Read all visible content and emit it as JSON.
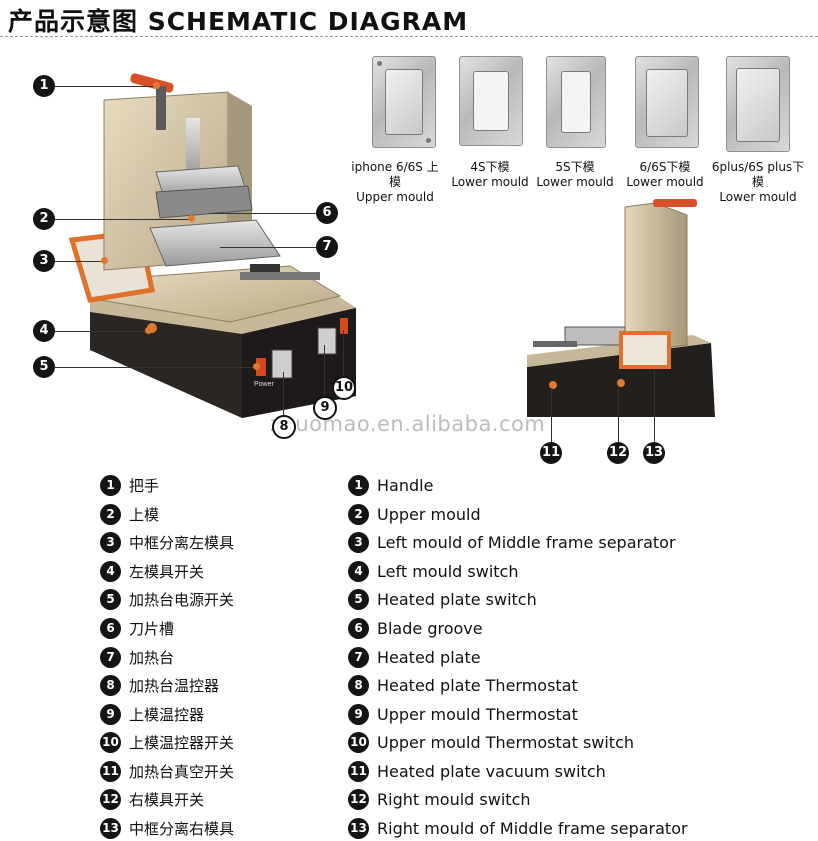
{
  "header": {
    "title": "产品示意图 SCHEMATIC DIAGRAM"
  },
  "moulds": [
    {
      "line1": "iphone 6/6S 上模",
      "line2": "Upper mould"
    },
    {
      "line1": "4S下模",
      "line2": "Lower mould"
    },
    {
      "line1": "5S下模",
      "line2": "Lower mould"
    },
    {
      "line1": "6/6S下模",
      "line2": "Lower mould"
    },
    {
      "line1": "6plus/6S plus下模",
      "line2": "Lower mould"
    }
  ],
  "callout_numbers": [
    "1",
    "2",
    "3",
    "4",
    "5",
    "6",
    "7",
    "8",
    "9",
    "10",
    "11",
    "12",
    "13"
  ],
  "machine_labels": {
    "power": "Power"
  },
  "watermark": "zhuomao.en.alibaba.com",
  "legend": [
    {
      "num": "1",
      "zh": "把手",
      "en": "Handle"
    },
    {
      "num": "2",
      "zh": "上模",
      "en": "Upper mould"
    },
    {
      "num": "3",
      "zh": "中框分离左模具",
      "en": "Left mould of Middle frame separator"
    },
    {
      "num": "4",
      "zh": "左模具开关",
      "en": "Left mould switch"
    },
    {
      "num": "5",
      "zh": "加热台电源开关",
      "en": "Heated plate switch"
    },
    {
      "num": "6",
      "zh": "刀片槽",
      "en": "Blade groove"
    },
    {
      "num": "7",
      "zh": "加热台",
      "en": "Heated plate"
    },
    {
      "num": "8",
      "zh": "加热台温控器",
      "en": "Heated plate Thermostat"
    },
    {
      "num": "9",
      "zh": "上模温控器",
      "en": "Upper mould Thermostat"
    },
    {
      "num": "10",
      "zh": "上模温控器开关",
      "en": "Upper mould Thermostat switch"
    },
    {
      "num": "11",
      "zh": "加热台真空开关",
      "en": "Heated plate vacuum switch"
    },
    {
      "num": "12",
      "zh": "右模具开关",
      "en": "Right mould switch"
    },
    {
      "num": "13",
      "zh": "中框分离右模具",
      "en": "Right mould of Middle frame separator"
    }
  ]
}
